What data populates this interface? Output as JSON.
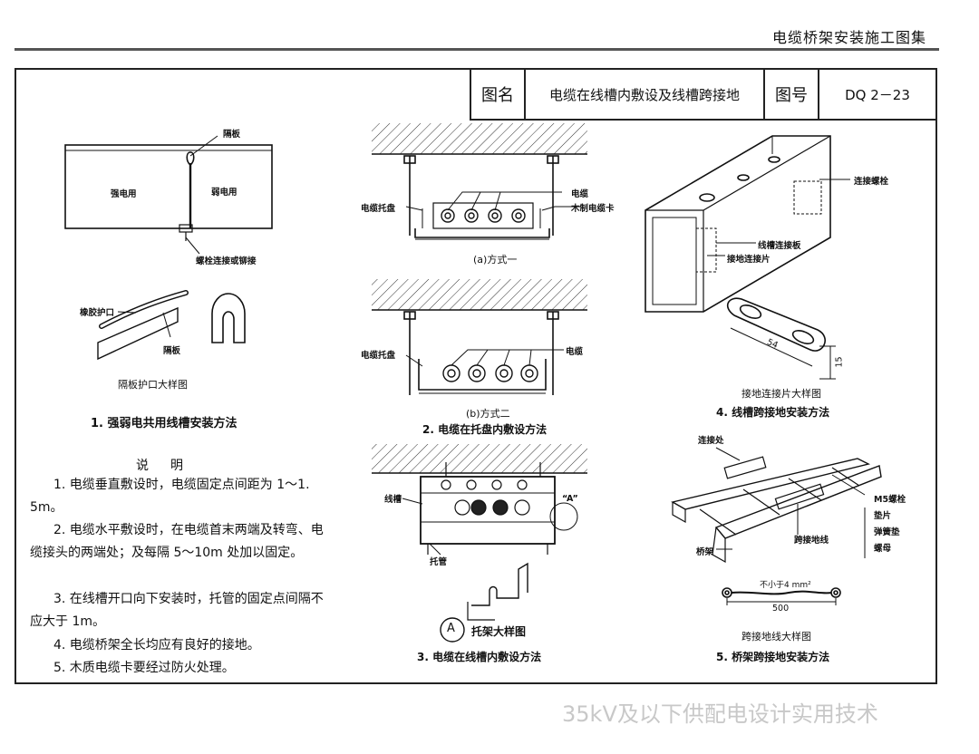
{
  "header": {
    "title": "电缆桥架安装施工图集"
  },
  "title_block": {
    "name_label": "图名",
    "name": "电缆在线槽内敷设及线槽跨接地",
    "number_label": "图号",
    "number": "DQ 2－23"
  },
  "fig1": {
    "labels": {
      "partition": "隔板",
      "strong": "强电用",
      "weak": "弱电用",
      "bolt": "螺栓连接或铆接",
      "rubber": "橡胶护口",
      "partition2": "隔板"
    },
    "detail_caption": "隔板护口大样图",
    "caption": "1. 强弱电共用线槽安装方法"
  },
  "fig2": {
    "labels_a": {
      "tray": "电缆托盘",
      "cable": "电缆",
      "clamp": "木制电缆卡"
    },
    "sub_a": "(a)方式一",
    "labels_b": {
      "tray": "电缆托盘",
      "cable": "电缆"
    },
    "sub_b": "(b)方式二",
    "caption": "2. 电缆在托盘内敷设方法"
  },
  "fig3": {
    "labels": {
      "trough": "线槽",
      "pipe": "托管",
      "a_mark": "“A”"
    },
    "circle": "A",
    "detail_caption": "托架大样图",
    "caption": "3. 电缆在线槽内敷设方法"
  },
  "fig4": {
    "labels": {
      "bolt": "连接螺栓",
      "plate": "线槽连接板",
      "ground": "接地连接片",
      "dim_len": "54",
      "dim_w": "15"
    },
    "detail_caption": "接地连接片大样图",
    "caption": "4. 线槽跨接地安装方法"
  },
  "fig5": {
    "labels": {
      "joint": "连接处",
      "m5": "M5螺栓",
      "washer": "垫片",
      "spring": "弹簧垫",
      "nut": "螺母",
      "bridge": "桥架",
      "jumper": "跨接地线",
      "dim_area": "不小于4 mm²",
      "dim_len": "500"
    },
    "detail_caption": "跨接地线大样图",
    "caption": "5. 桥架跨接地安装方法"
  },
  "notes": {
    "title": "说明",
    "items": [
      "1. 电缆垂直敷设时，电缆固定点间距为 1～1. 5m。",
      "2. 电缆水平敷设时，在电缆首末两端及转弯、电缆接头的两端处；及每隔 5～10m 处加以固定。",
      "3. 在线槽开口向下安装时，托管的固定点间隔不应大于 1m。",
      "4. 电缆桥架全长均应有良好的接地。",
      "5. 木质电缆卡要经过防火处理。"
    ]
  },
  "watermark": "35kV及以下供配电设计实用技术"
}
